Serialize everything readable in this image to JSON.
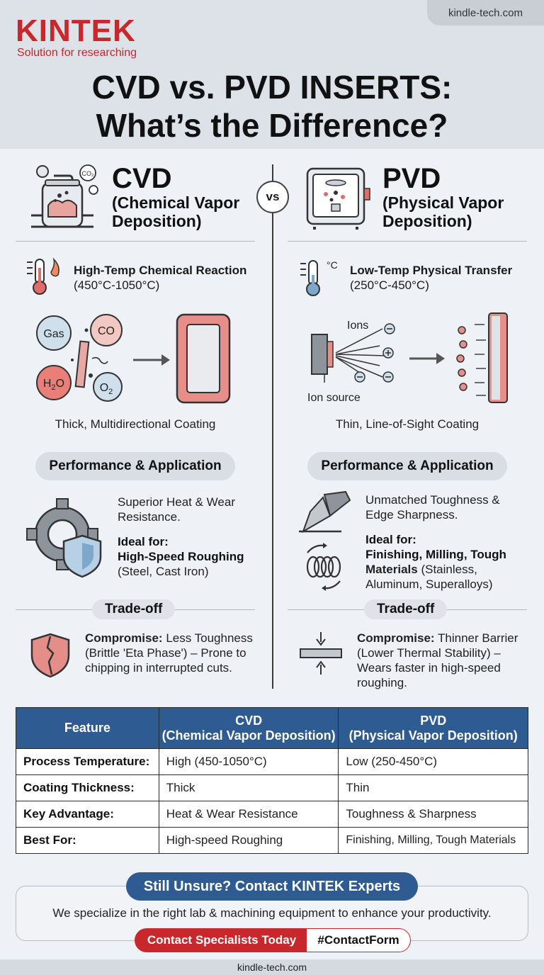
{
  "brand": {
    "logo": "KINTEK",
    "tagline": "Solution for researching",
    "site": "kindle-tech.com"
  },
  "title": {
    "line1": "CVD vs. PVD INSERTS:",
    "line2": "What’s the Difference?"
  },
  "vs": "vs",
  "cvd": {
    "title": "CVD",
    "sub1": "(Chemical Vapor",
    "sub2": "Deposition)",
    "temp_head": "High-Temp Chemical Reaction",
    "temp_range": "(450°C-1050°C)",
    "diagram": {
      "gas": "Gas",
      "co": "CO",
      "h2o_a": "H",
      "h2o_b": "2",
      "h2o_c": "O",
      "o2_a": "O",
      "o2_b": "2",
      "flask_label": "CO₂"
    },
    "caption": "Thick, Multidirectional Coating",
    "perf_title": "Performance & Application",
    "perf_text": "Superior Heat & Wear Resistance.",
    "ideal_label": "Ideal for:",
    "ideal_bold": "High-Speed Roughing",
    "ideal_rest": "(Steel, Cast Iron)",
    "trade_title": "Trade-off",
    "trade_bold": "Compromise:",
    "trade_text1": "Less Toughness",
    "trade_text2": "(Brittle 'Eta Phase') – Prone to",
    "trade_text3": "chipping in interrupted cuts."
  },
  "pvd": {
    "title": "PVD",
    "sub1": "(Physical Vapor",
    "sub2": "Deposition)",
    "temp_unit": "°C",
    "temp_head": "Low-Temp Physical Transfer",
    "temp_range": "(250°C-450°C)",
    "diagram": {
      "ions": "Ions",
      "source": "Ion source"
    },
    "caption": "Thin, Line-of-Sight Coating",
    "perf_title": "Performance & Application",
    "perf_text1": "Unmatched Toughness &",
    "perf_text2": "Edge Sharpness.",
    "ideal_label": "Ideal for:",
    "ideal_bold1": "Finishing, Milling, Tough",
    "ideal_bold2": "Materials",
    "ideal_rest1": "(Stainless,",
    "ideal_rest2": "Aluminum, Superalloys)",
    "trade_title": "Trade-off",
    "trade_bold": "Compromise:",
    "trade_text1": "Thinner Barrier",
    "trade_text2": "(Lower Thermal Stability) –",
    "trade_text3": "Wears faster in high-speed",
    "trade_text4": "roughing."
  },
  "table": {
    "headers": [
      {
        "line1": "Feature",
        "line2": ""
      },
      {
        "line1": "CVD",
        "line2": "(Chemical Vapor Deposition)"
      },
      {
        "line1": "PVD",
        "line2": "(Physical Vapor Deposition)"
      }
    ],
    "rows": [
      [
        "Process Temperature:",
        "High (450-1050°C)",
        "Low (250-450°C)"
      ],
      [
        "Coating Thickness:",
        "Thick",
        "Thin"
      ],
      [
        "Key Advantage:",
        "Heat & Wear Resistance",
        "Toughness & Sharpness"
      ],
      [
        "Best For:",
        "High-speed Roughing",
        "Finishing, Milling, Tough Materials"
      ]
    ]
  },
  "cta": {
    "title": "Still Unsure? Contact KINTEK Experts",
    "text": "We specialize in the right lab & machining equipment to enhance your productivity.",
    "button": "Contact Specialists Today",
    "tag": "#ContactForm"
  },
  "footer": "kindle-tech.com",
  "colors": {
    "brand_red": "#c8282c",
    "brand_blue": "#2f5b93",
    "ink": "#111111"
  }
}
